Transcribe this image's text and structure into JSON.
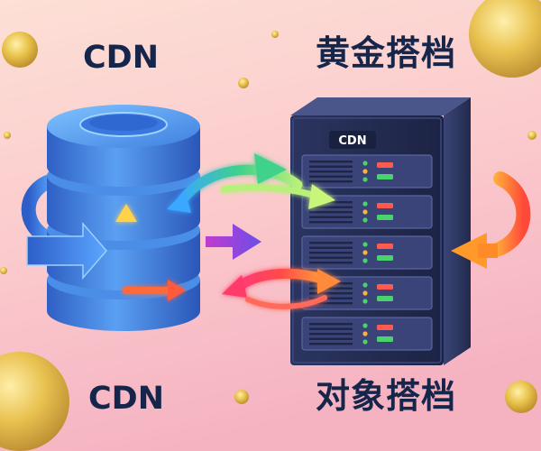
{
  "labels": {
    "top_left": "CDN",
    "top_right": "黄金搭档",
    "bottom_left": "CDN",
    "bottom_right": "对象搭档",
    "server_badge": "CDN"
  },
  "colors": {
    "background_top": "#fbd6d3",
    "background_bottom": "#f6b7c2",
    "gold": "#e8c24a",
    "database_blue": "#3f7fe0",
    "server_navy": "#262f55",
    "text_dark": "#16254a",
    "arrow_green": "#3fd18a",
    "arrow_purple": "#8a4fe0",
    "arrow_red": "#ff4a5e",
    "arrow_orange": "#ff8a2a",
    "led_green": "#49d36b",
    "led_amber": "#ffb13b",
    "led_red": "#ff5a4f"
  },
  "icons": [
    "database-icon",
    "server-rack-icon",
    "exchange-arrow-icon",
    "gold-coin-icon"
  ]
}
